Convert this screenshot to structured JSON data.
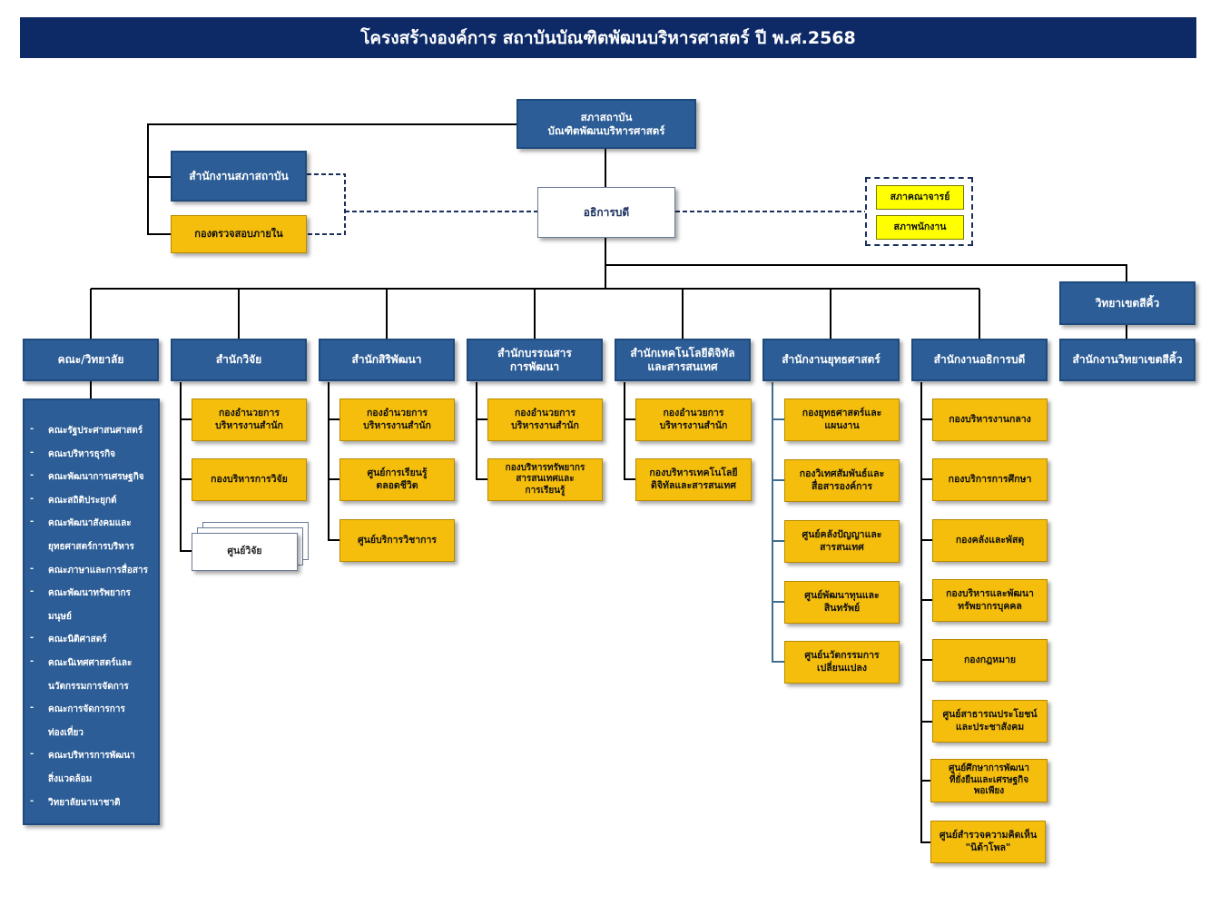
{
  "title": "โครงสร้างองค์การ สถาบันบัณฑิตพัฒนบริหารศาสตร์ ปี พ.ศ.2568",
  "top": {
    "council": "สภาสถาบัน\nบัณฑิตพัฒนบริหารศาสตร์",
    "council_office": "สำนักงานสภาสถาบัน",
    "internal_audit": "กองตรวจสอบภายใน",
    "president": "อธิการบดี",
    "faculty_senate": "สภาคณาจารย์",
    "staff_council": "สภาพนักงาน",
    "campus": "วิทยาเขตสีคิ้ว"
  },
  "units": [
    {
      "label": "คณะ/วิทยาลัย"
    },
    {
      "label": "สำนักวิจัย"
    },
    {
      "label": "สำนักสิริพัฒนา"
    },
    {
      "label": "สำนักบรรณสาร\nการพัฒนา"
    },
    {
      "label": "สำนักเทคโนโลยีดิจิทัล\nและสารสนเทศ"
    },
    {
      "label": "สำนักงานยุทธศาสตร์"
    },
    {
      "label": "สำนักงานอธิการบดี"
    },
    {
      "label": "สำนักงานวิทยาเขตสีคิ้ว"
    }
  ],
  "faculties": [
    {
      "dash": "-",
      "text": "คณะรัฐประศาสนศาสตร์"
    },
    {
      "dash": "-",
      "text": "คณะบริหารธุรกิจ"
    },
    {
      "dash": "-",
      "text": "คณะพัฒนาการเศรษฐกิจ"
    },
    {
      "dash": "-",
      "text": "คณะสถิติประยุกต์"
    },
    {
      "dash": "-",
      "text": "คณะพัฒนาสังคมและ"
    },
    {
      "dash": "",
      "text": "ยุทธศาสตร์การบริหาร"
    },
    {
      "dash": "-",
      "text": "คณะภาษาและการสื่อสาร"
    },
    {
      "dash": "-",
      "text": "คณะพัฒนาทรัพยากร"
    },
    {
      "dash": "",
      "text": "มนุษย์"
    },
    {
      "dash": "-",
      "text": "คณะนิติศาสตร์"
    },
    {
      "dash": "-",
      "text": "คณะนิเทศศาสตร์และ"
    },
    {
      "dash": "",
      "text": "นวัตกรรมการจัดการ"
    },
    {
      "dash": "-",
      "text": "คณะการจัดการการ"
    },
    {
      "dash": "",
      "text": "ท่องเที่ยว"
    },
    {
      "dash": "-",
      "text": "คณะบริหารการพัฒนา"
    },
    {
      "dash": "",
      "text": "สิ่งแวดล้อม"
    },
    {
      "dash": "-",
      "text": "วิทยาลัยนานาชาติ"
    }
  ],
  "research": [
    "กองอำนวยการ\nบริหารงานสำนัก",
    "กองบริหารการวิจัย"
  ],
  "research_centers": "ศูนย์วิจัย",
  "siri": [
    "กองอำนวยการ\nบริหารงานสำนัก",
    "ศูนย์การเรียนรู้\nตลอดชีวิต",
    "ศูนย์บริการวิชาการ"
  ],
  "library": [
    "กองอำนวยการ\nบริหารงานสำนัก",
    "กองบริหารทรัพยากร\nสารสนเทศและ\nการเรียนรู้"
  ],
  "digital": [
    "กองอำนวยการ\nบริหารงานสำนัก",
    "กองบริหารเทคโนโลยี\nดิจิทัลและสารสนเทศ"
  ],
  "strategy": [
    "กองยุทธศาสตร์และ\nแผนงาน",
    "กองวิเทศสัมพันธ์และ\nสื่อสารองค์การ",
    "ศูนย์คลังปัญญาและ\nสารสนเทศ",
    "ศูนย์พัฒนาทุนและ\nสินทรัพย์",
    "ศูนย์นวัตกรรมการ\nเปลี่ยนแปลง"
  ],
  "presoffice": [
    "กองบริหารงานกลาง",
    "กองบริการการศึกษา",
    "กองคลังและพัสดุ",
    "กองบริหารและพัฒนา\nทรัพยากรบุคคล",
    "กองกฎหมาย",
    "ศูนย์สาธารณประโยชน์\nและประชาสังคม",
    "ศูนย์ศึกษาการพัฒนา\nที่ยั่งยืนและเศรษฐกิจ\nพอเพียง",
    "ศูนย์สำรวจความคิดเห็น\n\"นิด้าโพล\""
  ],
  "colors": {
    "banner": "#0d2a66",
    "blue_box": "#2c5d96",
    "gold_box": "#f5be0c",
    "yellow_box": "#ffff00",
    "line": "#000000"
  }
}
